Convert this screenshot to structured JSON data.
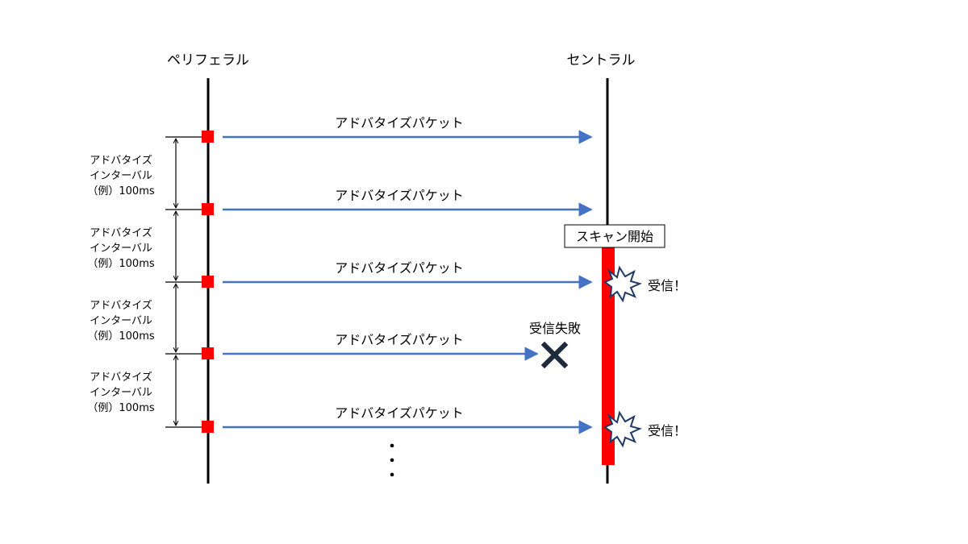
{
  "participants": {
    "peripheral": "ペリフェラル",
    "central": "セントラル"
  },
  "packets": [
    {
      "label": "アドバタイズパケット",
      "outcome": "sent"
    },
    {
      "label": "アドバタイズパケット",
      "outcome": "sent"
    },
    {
      "label": "アドバタイズパケット",
      "outcome": "received"
    },
    {
      "label": "アドバタイズパケット",
      "outcome": "failed"
    },
    {
      "label": "アドバタイズパケット",
      "outcome": "received"
    }
  ],
  "intervals": [
    {
      "line1": "アドバタイズ",
      "line2": "インターバル",
      "line3": "（例）100ms"
    },
    {
      "line1": "アドバタイズ",
      "line2": "インターバル",
      "line3": "（例）100ms"
    },
    {
      "line1": "アドバタイズ",
      "line2": "インターバル",
      "line3": "（例）100ms"
    },
    {
      "line1": "アドバタイズ",
      "line2": "インターバル",
      "line3": "（例）100ms"
    }
  ],
  "scan": {
    "label": "スキャン開始"
  },
  "receive": {
    "label": "受信！"
  },
  "fail": {
    "label": "受信失敗"
  },
  "ellipsis": [
    "・",
    "・",
    "・"
  ],
  "colors": {
    "lifeline": "#000000",
    "packet_marker": "#ff0000",
    "arrow": "#4472c4",
    "scan_bar": "#ff0000",
    "burst_fill": "#ffffff",
    "burst_stroke": "#1f3864",
    "fail_cross": "#1f2a3c"
  },
  "icons": {
    "burst": "receive-burst-icon",
    "cross": "fail-cross-icon"
  }
}
